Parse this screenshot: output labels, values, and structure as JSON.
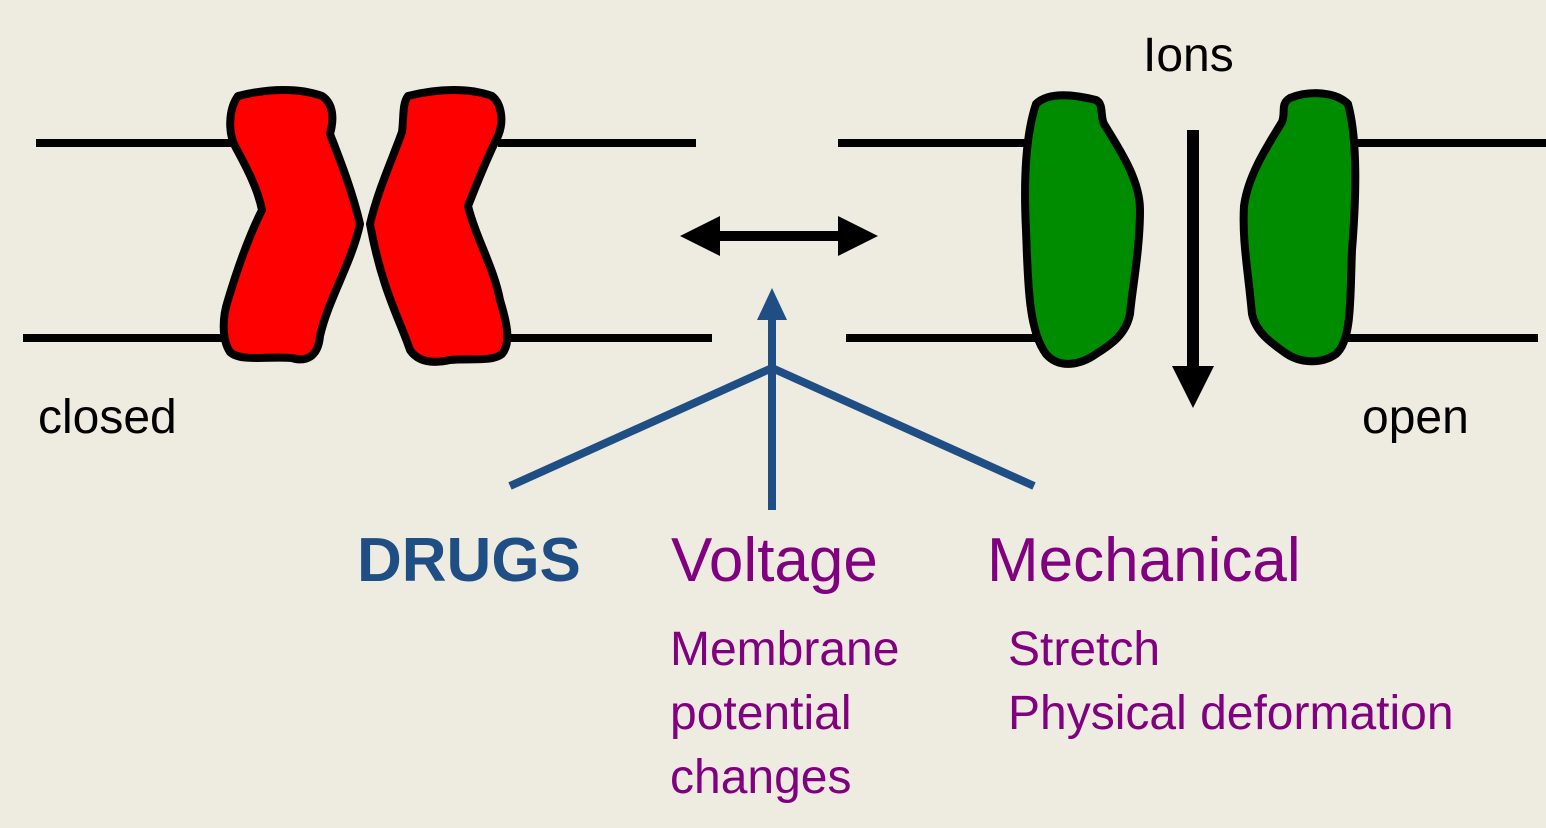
{
  "colors": {
    "background": "#eeebe0",
    "closed_channel_fill": "#ff0000",
    "open_channel_fill": "#008c00",
    "outline": "#000000",
    "drugs_text": "#1f4e85",
    "factor_text": "#800080",
    "connector_lines": "#1f4e85"
  },
  "labels": {
    "ions": "Ions",
    "closed": "closed",
    "open": "open"
  },
  "factors": {
    "drugs": "DRUGS",
    "voltage": {
      "title": "Voltage",
      "details": [
        "Membrane",
        "potential",
        "changes"
      ]
    },
    "mechanical": {
      "title": "Mechanical",
      "details": [
        "Stretch",
        "Physical deformation"
      ]
    }
  },
  "icons": {
    "transition": "double-headed-arrow-icon",
    "ion_flow": "down-arrow-icon",
    "influence": "up-arrow-icon"
  }
}
